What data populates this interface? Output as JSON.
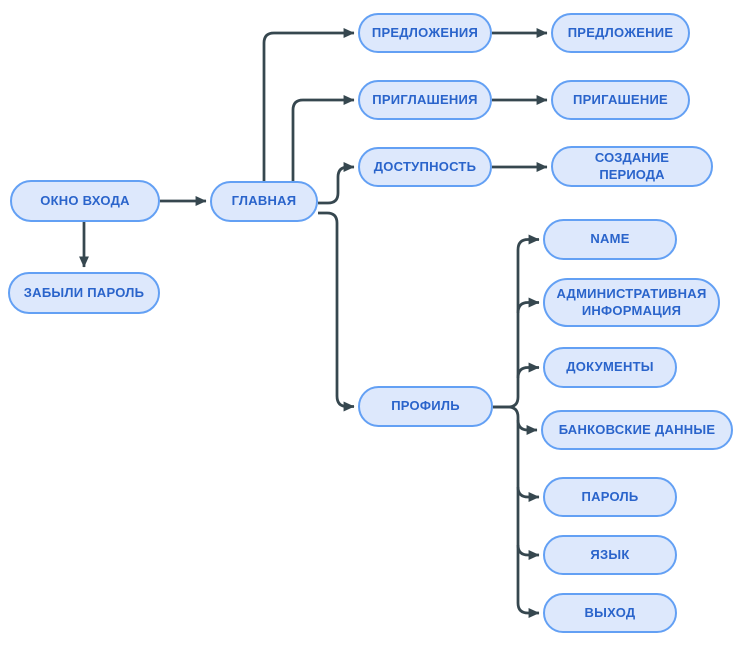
{
  "colors": {
    "background": "#ffffff",
    "node_fill": "#dde8fc",
    "node_border": "#63a0f4",
    "node_text": "#2a64cb",
    "connector": "#36474f"
  },
  "nodes": [
    {
      "id": "login-window",
      "label": "ОКНО ВХОДА"
    },
    {
      "id": "forgot-password",
      "label": "ЗАБЫЛИ ПАРОЛЬ"
    },
    {
      "id": "main",
      "label": "ГЛАВНАЯ"
    },
    {
      "id": "offers-list",
      "label": "ПРЕДЛОЖЕНИЯ"
    },
    {
      "id": "offer",
      "label": "ПРЕДЛОЖЕНИЕ"
    },
    {
      "id": "invitations-list",
      "label": "ПРИГЛАШЕНИЯ"
    },
    {
      "id": "invitation",
      "label": "ПРИГАШЕНИЕ"
    },
    {
      "id": "availability",
      "label": "ДОСТУПНОСТЬ"
    },
    {
      "id": "period-creation",
      "label": "СОЗДАНИЕ ПЕРИОДА"
    },
    {
      "id": "profile",
      "label": "ПРОФИЛЬ"
    },
    {
      "id": "name",
      "label": "NAME"
    },
    {
      "id": "admin-info",
      "label": "АДМИНИСТРАТИВНАЯ ИНФОРМАЦИЯ"
    },
    {
      "id": "documents",
      "label": "ДОКУМЕНТЫ"
    },
    {
      "id": "bank-details",
      "label": "БАНКОВСКИЕ ДАННЫЕ"
    },
    {
      "id": "password",
      "label": "ПАРОЛЬ"
    },
    {
      "id": "language",
      "label": "ЯЗЫК"
    },
    {
      "id": "logout",
      "label": "ВЫХОД"
    }
  ],
  "edges": [
    {
      "from": "login-window",
      "to": "main"
    },
    {
      "from": "login-window",
      "to": "forgot-password"
    },
    {
      "from": "main",
      "to": "offers-list"
    },
    {
      "from": "main",
      "to": "invitations-list"
    },
    {
      "from": "main",
      "to": "availability"
    },
    {
      "from": "main",
      "to": "profile"
    },
    {
      "from": "offers-list",
      "to": "offer"
    },
    {
      "from": "invitations-list",
      "to": "invitation"
    },
    {
      "from": "availability",
      "to": "period-creation"
    },
    {
      "from": "profile",
      "to": "name"
    },
    {
      "from": "profile",
      "to": "admin-info"
    },
    {
      "from": "profile",
      "to": "documents"
    },
    {
      "from": "profile",
      "to": "bank-details"
    },
    {
      "from": "profile",
      "to": "password"
    },
    {
      "from": "profile",
      "to": "language"
    },
    {
      "from": "profile",
      "to": "logout"
    }
  ]
}
